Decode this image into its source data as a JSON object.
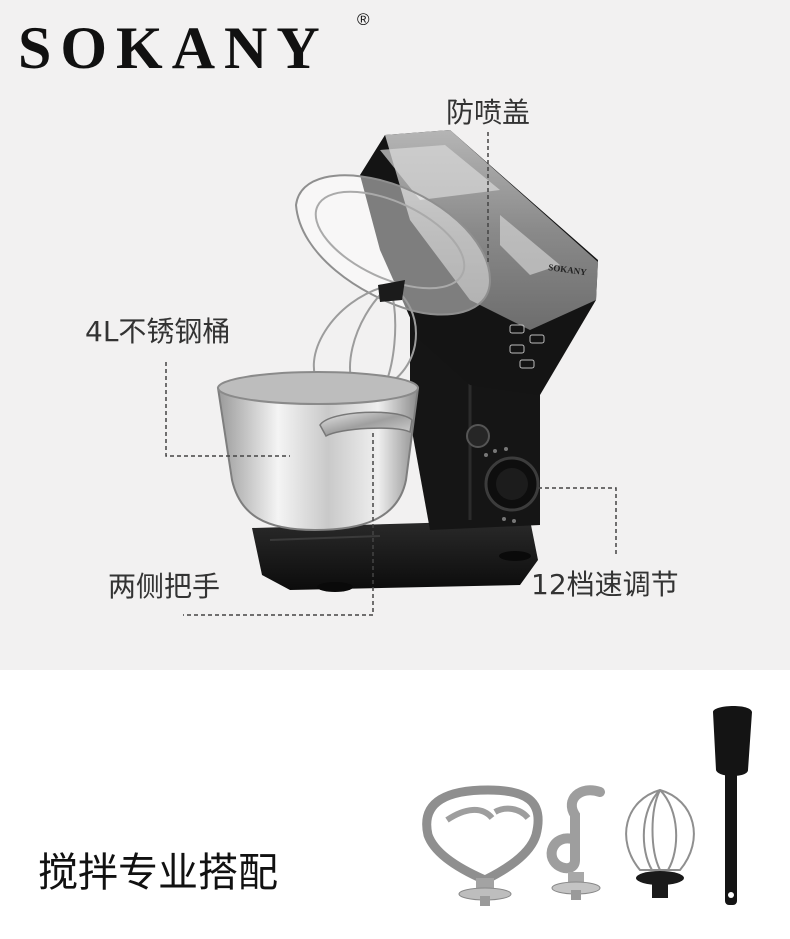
{
  "brand": {
    "name": "SOKANY",
    "registered_mark": "®"
  },
  "product_panel": {
    "callouts": {
      "splash_guard": "防喷盖",
      "bowl": "4L不锈钢桶",
      "handles": "两侧把手",
      "speed_control": "12档速调节"
    },
    "mixer_head_logo": "SOKANY",
    "colors": {
      "background": "#f2f1f1",
      "mixer_black": "#151515",
      "head_gray": "#8e8e8e",
      "steel": "#cfcfcf"
    }
  },
  "accessories": {
    "title": "搅拌专业搭配",
    "items": [
      "flat-beater-icon",
      "dough-hook-icon",
      "wire-whisk-icon",
      "spatula-icon"
    ]
  }
}
